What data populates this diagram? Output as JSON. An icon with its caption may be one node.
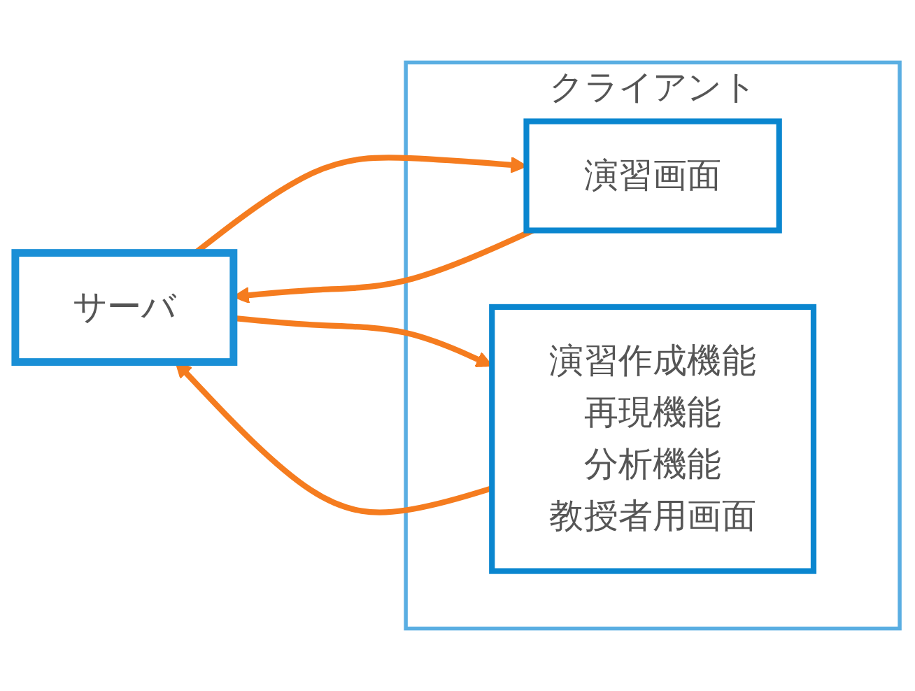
{
  "diagram": {
    "nodes": [
      {
        "text": [
          "サーバ"
        ]
      },
      {
        "text": [
          "クライアント"
        ]
      },
      {
        "text": [
          "演習画面"
        ],
        "in": 1
      },
      {
        "text": [
          "演習作成機能",
          "再現機能",
          "分析機能",
          "教授者用画面"
        ],
        "in": 1
      }
    ],
    "edges": [
      {
        "from": 2,
        "to": 0,
        "arrow": "to"
      },
      {
        "from": 0,
        "to": 2,
        "arrow": "to"
      },
      {
        "from": 0,
        "to": 3,
        "arrow": "to"
      },
      {
        "from": 3,
        "to": 0,
        "arrow": "to"
      }
    ]
  }
}
